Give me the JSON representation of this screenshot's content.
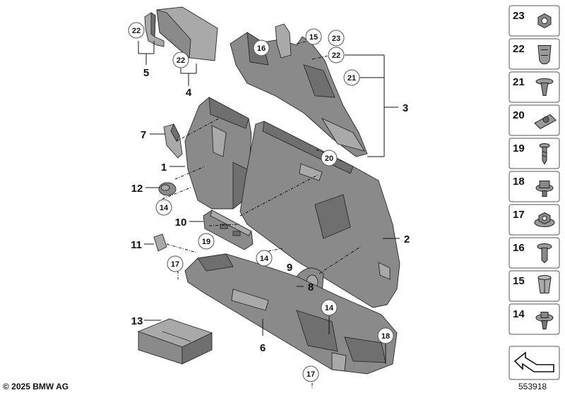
{
  "footer": {
    "copyright": "© 2025 BMW AG",
    "diagram_number": "553918"
  },
  "part_labels": {
    "p1": "1",
    "p2": "2",
    "p3": "3",
    "p4": "4",
    "p5": "5",
    "p6": "6",
    "p7": "7",
    "p8": "8",
    "p9": "9",
    "p10": "10",
    "p11": "11",
    "p12": "12",
    "p13": "13"
  },
  "callouts": {
    "c22a": "22",
    "c22b": "22",
    "c22c": "22",
    "c16": "16",
    "c15": "15",
    "c23": "23",
    "c21": "21",
    "c20": "20",
    "c14a": "14",
    "c19": "19",
    "c14b": "14",
    "c17a": "17",
    "c14c": "14",
    "c18": "18",
    "c17b": "17"
  },
  "legend": [
    {
      "label": "23",
      "icon": "nut-icon"
    },
    {
      "label": "22",
      "icon": "spring-clip-icon"
    },
    {
      "label": "21",
      "icon": "expanding-rivet-icon"
    },
    {
      "label": "20",
      "icon": "clip-nut-icon"
    },
    {
      "label": "19",
      "icon": "screw-icon"
    },
    {
      "label": "18",
      "icon": "hex-flange-nut-icon"
    },
    {
      "label": "17",
      "icon": "flange-nut-icon"
    },
    {
      "label": "16",
      "icon": "rivet-icon"
    },
    {
      "label": "15",
      "icon": "plastic-expanding-nut-icon"
    },
    {
      "label": "14",
      "icon": "push-clip-icon"
    }
  ]
}
